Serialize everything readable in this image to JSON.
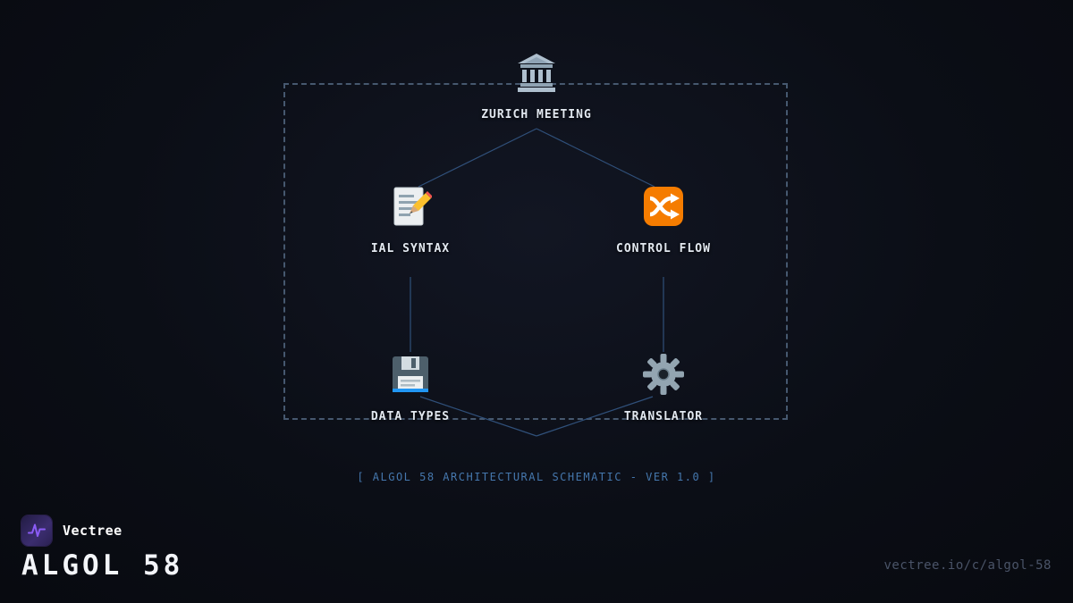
{
  "diagram": {
    "caption": "[ ALGOL 58 ARCHITECTURAL SCHEMATIC - VER 1.0 ]",
    "nodes": {
      "zurich": {
        "label": "ZURICH MEETING",
        "icon": "classical-building-icon"
      },
      "ial": {
        "label": "IAL SYNTAX",
        "icon": "memo-pencil-icon"
      },
      "control": {
        "label": "CONTROL FLOW",
        "icon": "shuffle-arrows-icon"
      },
      "data": {
        "label": "DATA TYPES",
        "icon": "floppy-disk-icon"
      },
      "translator": {
        "label": "TRANSLATOR",
        "icon": "gear-icon"
      }
    }
  },
  "footer": {
    "brand_name": "Vectree",
    "brand_logo": "vectree-waveform-icon",
    "title": "ALGOL 58",
    "url": "vectree.io/c/algol-58"
  },
  "colors": {
    "background": "#0b0e16",
    "frame_border": "#46586f",
    "connector": "#30507a",
    "label_text": "#e2e8f0",
    "caption_text": "#4577ad",
    "url_text": "#4a5468",
    "accent_purple": "#8b5cf6",
    "node_orange": "#f57c00"
  }
}
